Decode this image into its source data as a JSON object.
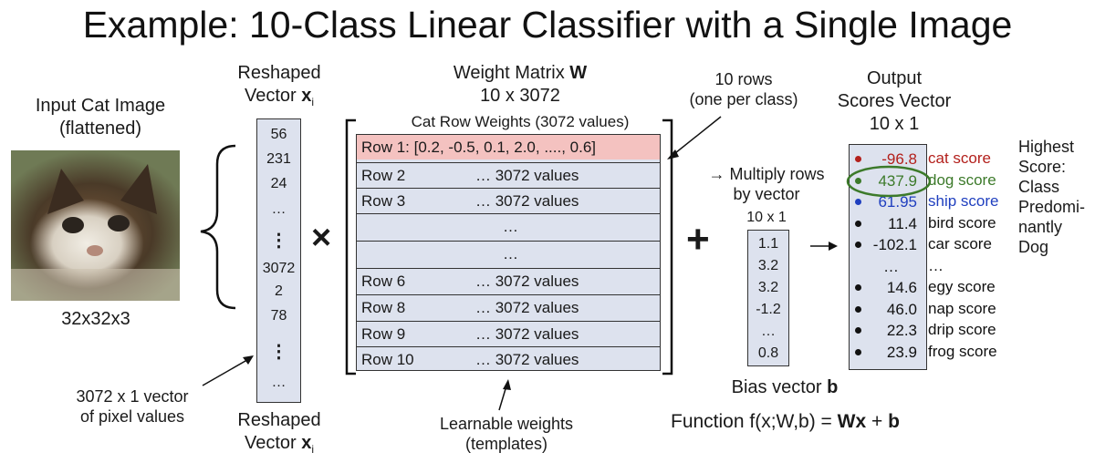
{
  "title": "Example: 10-Class Linear Classifier with a Single Image",
  "input": {
    "label_line1": "Input Cat Image",
    "label_line2": "(flattened)",
    "size": "32x32x3",
    "pixel_note_line1": "3072 x 1 vector",
    "pixel_note_line2": "of pixel values"
  },
  "reshaped": {
    "top_line1": "Reshaped",
    "top_line2": "Vector",
    "symbol": "x",
    "subscript": "i",
    "values": [
      "56",
      "231",
      "24",
      "…",
      "⋮",
      "3072",
      "2",
      "78",
      "⋮",
      "…"
    ]
  },
  "operators": {
    "times": "×",
    "plus": "+",
    "arrow": "→"
  },
  "weights": {
    "title_line1": "Weight Matrix",
    "symbol": "W",
    "dims": "10 x 3072",
    "caption": "Cat Row Weights (3072 values)",
    "rows": [
      {
        "label": "Row 1: [0.2,  -0.5,  0.1,  2.0,  ....,  0.6]",
        "value": ""
      },
      {
        "label": "Row 2",
        "value": "… 3072 values"
      },
      {
        "label": "Row 3",
        "value": "… 3072 values"
      },
      {
        "label": "",
        "value": "…"
      },
      {
        "label": "",
        "value": "…"
      },
      {
        "label": "Row 6",
        "value": "… 3072 values"
      },
      {
        "label": "Row 8",
        "value": "… 3072 values"
      },
      {
        "label": "Row 9",
        "value": "… 3072 values"
      },
      {
        "label": "Row 10",
        "value": "… 3072 values"
      }
    ],
    "bottom_line1": "Learnable weights",
    "bottom_line2": "(templates)"
  },
  "notes": {
    "rows_line1": "10 rows",
    "rows_line2": "(one per class)",
    "multiply_line1": "→ Multiply rows",
    "multiply_line2": "by vector"
  },
  "bias": {
    "dims": "10 x 1",
    "values": [
      "1.1",
      "3.2",
      "3.2",
      "-1.2",
      "…",
      "0.8"
    ],
    "label": "Bias vector",
    "symbol": "b"
  },
  "output": {
    "title_line1": "Output",
    "title_line2": "Scores Vector",
    "dims": "10 x 1",
    "scores": [
      {
        "value": "-96.8",
        "name": "cat score",
        "color": "#b3201c"
      },
      {
        "value": "437.9",
        "name": "dog score",
        "color": "#3c7a2a"
      },
      {
        "value": "61.95",
        "name": "ship score",
        "color": "#1f3fbf"
      },
      {
        "value": "11.4",
        "name": "bird score",
        "color": "#111111"
      },
      {
        "value": "-102.1",
        "name": "car score",
        "color": "#111111"
      },
      {
        "value": "…",
        "name": "…",
        "color": "#111111"
      },
      {
        "value": "14.6",
        "name": "egy score",
        "color": "#111111"
      },
      {
        "value": "46.0",
        "name": "nap score",
        "color": "#111111"
      },
      {
        "value": "22.3",
        "name": "drip score",
        "color": "#111111"
      },
      {
        "value": "23.9",
        "name": "frog score",
        "color": "#111111"
      }
    ],
    "highest_note": [
      "Highest",
      "Score:",
      "Class",
      "Predomi-",
      "nantly",
      "Dog"
    ]
  },
  "function": {
    "prefix": "Function f(x;W,b) = ",
    "wx": "Wx",
    "plus": " + ",
    "b": "b"
  }
}
